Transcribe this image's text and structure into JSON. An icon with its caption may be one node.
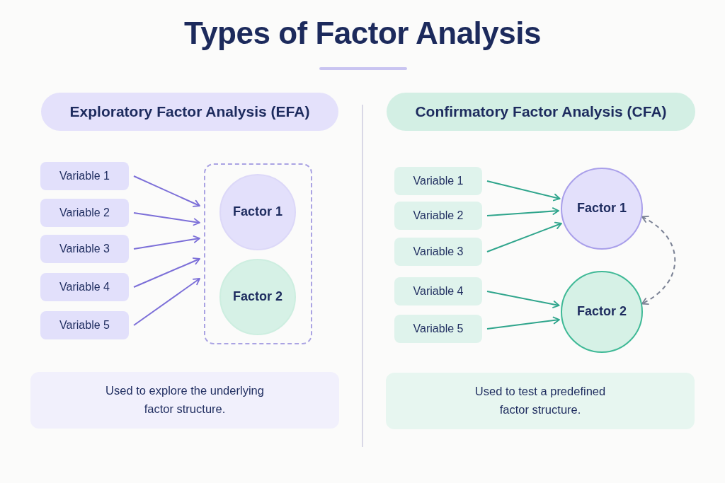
{
  "diagram": {
    "title": "Types of Factor Analysis",
    "nodes": [
      {
        "text": [
          "Exploratory Factor Analysis (EFA)"
        ]
      },
      {
        "text": [
          "Variable 1"
        ]
      },
      {
        "text": [
          "Variable 2"
        ]
      },
      {
        "text": [
          "Variable 3"
        ]
      },
      {
        "text": [
          "Variable 4"
        ]
      },
      {
        "text": [
          "Variable 5"
        ]
      },
      {
        "text": [],
        "shape": "box"
      },
      {
        "text": [
          "Factor 1"
        ],
        "in": 6
      },
      {
        "text": [
          "Factor 2"
        ],
        "in": 6
      },
      {
        "text": [
          "Used to explore the underlying factor structure."
        ]
      },
      {
        "text": [
          "Confirmatory Factor Analysis (CFA)"
        ]
      },
      {
        "text": [
          "Variable 1"
        ]
      },
      {
        "text": [
          "Variable 2"
        ]
      },
      {
        "text": [
          "Variable 3"
        ]
      },
      {
        "text": [
          "Variable 4"
        ]
      },
      {
        "text": [
          "Variable 5"
        ]
      },
      {
        "text": [
          "Factor 1"
        ]
      },
      {
        "text": [
          "Factor 2"
        ]
      },
      {
        "text": [
          "Used to test a predefined factor structure."
        ]
      }
    ],
    "edges": [
      {
        "from": 1,
        "to": 6,
        "arrow": "to"
      },
      {
        "from": 2,
        "to": 6,
        "arrow": "to"
      },
      {
        "from": 3,
        "to": 6,
        "arrow": "to"
      },
      {
        "from": 4,
        "to": 6,
        "arrow": "to"
      },
      {
        "from": 5,
        "to": 6,
        "arrow": "to"
      },
      {
        "from": 11,
        "to": 16,
        "arrow": "to",
        "color": "#2fa58c"
      },
      {
        "from": 12,
        "to": 16,
        "arrow": "to",
        "color": "#2fa58c"
      },
      {
        "from": 13,
        "to": 16,
        "arrow": "to",
        "color": "#2fa58c"
      },
      {
        "from": 14,
        "to": 17,
        "arrow": "to",
        "color": "#2fa58c"
      },
      {
        "from": 15,
        "to": 17,
        "arrow": "to",
        "color": "#2fa58c"
      },
      {
        "from": 16,
        "to": 17,
        "arrow": "both",
        "style": "dashed",
        "color": "#7a8194"
      }
    ]
  }
}
